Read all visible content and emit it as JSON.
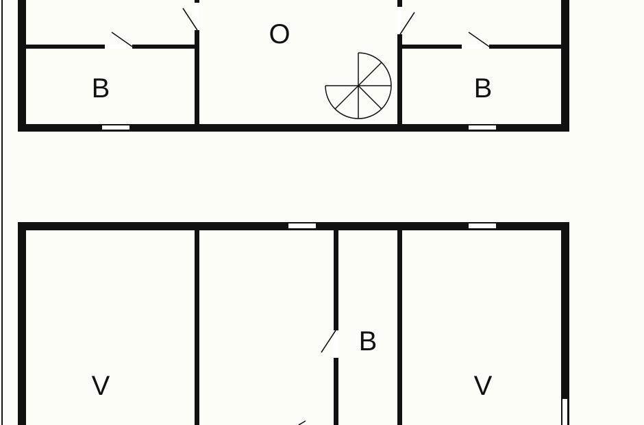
{
  "colors": {
    "background": "#fcfdf7",
    "wall": "#111111",
    "opening": "#ffffff"
  },
  "rooms": {
    "upper_left_bedroom": {
      "label": "B"
    },
    "upper_middle_room": {
      "label": "O"
    },
    "upper_right_bedroom": {
      "label": "B"
    },
    "lower_left_room": {
      "label": "V"
    },
    "lower_bedroom": {
      "label": "B"
    },
    "lower_right_room": {
      "label": "V"
    }
  }
}
